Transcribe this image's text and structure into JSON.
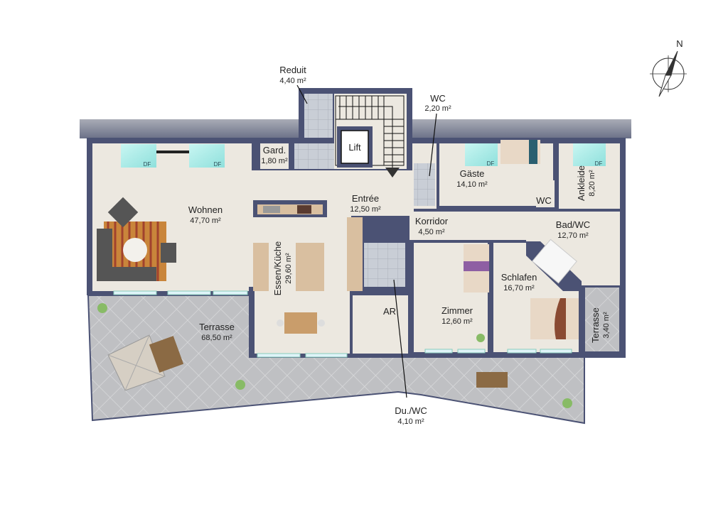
{
  "rooms": {
    "reduit": {
      "name": "Reduit",
      "area": "4,40 m²"
    },
    "wc_top": {
      "name": "WC",
      "area": "2,20 m²"
    },
    "gard": {
      "name": "Gard.",
      "area": "1,80 m²"
    },
    "lift": {
      "name": "Lift"
    },
    "wohnen": {
      "name": "Wohnen",
      "area": "47,70 m²"
    },
    "entree": {
      "name": "Entrée",
      "area": "12,50 m²"
    },
    "gaeste": {
      "name": "Gäste",
      "area": "14,10 m²"
    },
    "wc_small": {
      "name": "WC"
    },
    "ankleide": {
      "name": "Ankleide",
      "area": "8,20 m²"
    },
    "korridor": {
      "name": "Korridor",
      "area": "4,50 m²"
    },
    "bad": {
      "name": "Bad/WC",
      "area": "12,70 m²"
    },
    "essen": {
      "name": "Essen/Küche",
      "area": "29,60 m²"
    },
    "schlafen": {
      "name": "Schlafen",
      "area": "16,70 m²"
    },
    "zimmer": {
      "name": "Zimmer",
      "area": "12,60 m²"
    },
    "ar": {
      "name": "AR"
    },
    "terrasse_big": {
      "name": "Terrasse",
      "area": "68,50 m²"
    },
    "terrasse_small": {
      "name": "Terrasse",
      "area": "3,40 m²"
    },
    "du_wc": {
      "name": "Du./WC",
      "area": "4,10 m²"
    }
  },
  "skylight_label": "DF",
  "compass": {
    "label": "N"
  },
  "colors": {
    "wall": "#4b5274",
    "floor": "#ece8e0",
    "skylight": "#9fe8e4"
  }
}
